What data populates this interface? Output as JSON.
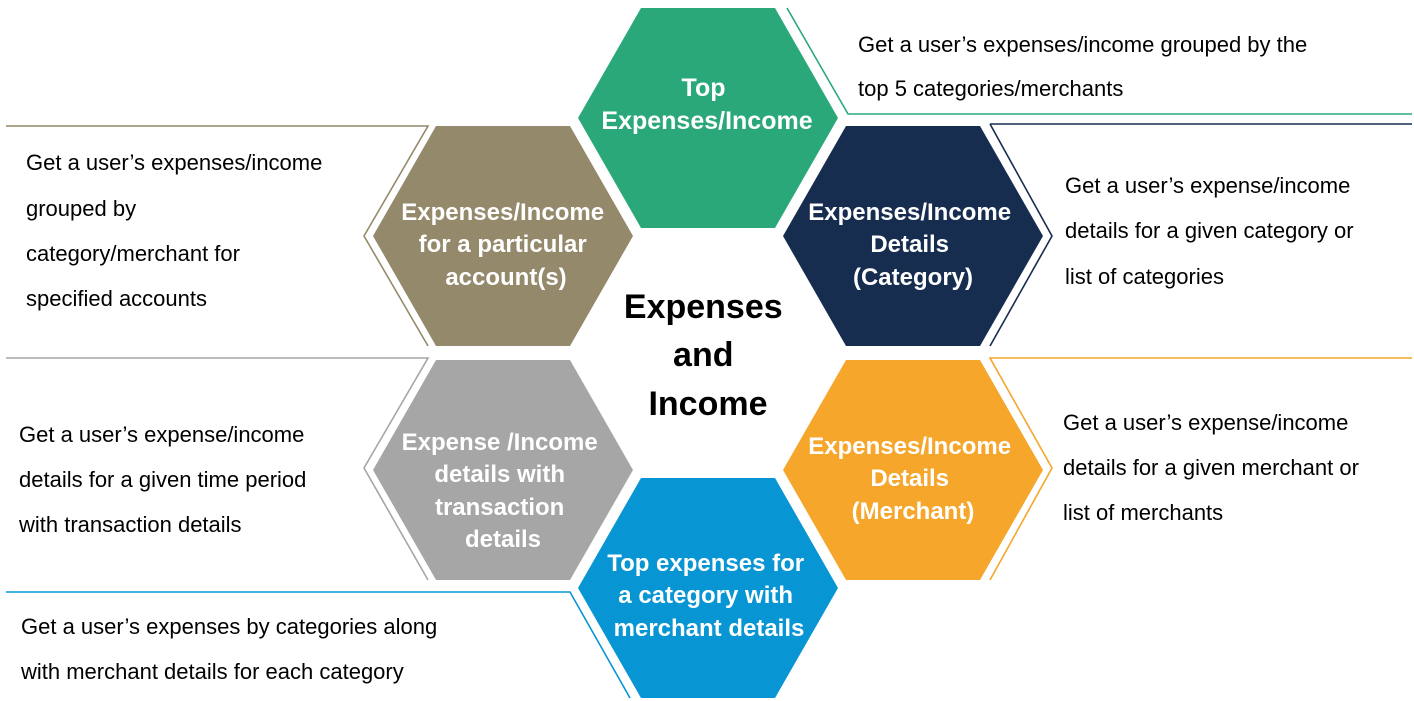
{
  "center": {
    "lines": [
      "Expenses",
      "and",
      "Income"
    ]
  },
  "hexagons": [
    {
      "id": "top",
      "color": "#2aa87a",
      "lines": [
        "Top",
        "Expenses/Income"
      ],
      "description": [
        "Get a user’s expenses/income grouped by the",
        "top 5 categories/merchants"
      ]
    },
    {
      "id": "upper-right",
      "color": "#162d50",
      "lines": [
        "Expenses/Income",
        "Details",
        "(Category)"
      ],
      "description": [
        "Get a user’s expense/income",
        "details for a given category or",
        "list of categories"
      ]
    },
    {
      "id": "lower-right",
      "color": "#f5a62b",
      "lines": [
        "Expenses/Income",
        "Details",
        "(Merchant)"
      ],
      "description": [
        "Get a user’s expense/income",
        "details for a given merchant or",
        "list of merchants"
      ]
    },
    {
      "id": "bottom",
      "color": "#0895d3",
      "lines": [
        "Top expenses for",
        "a category with",
        "merchant details"
      ],
      "description": [
        "Get a user’s expenses by categories along",
        "with merchant details for each category"
      ]
    },
    {
      "id": "lower-left",
      "color": "#a6a6a6",
      "lines": [
        "Expense /Income",
        "details with",
        "transaction",
        "details"
      ],
      "description": [
        "Get a user’s expense/income",
        "details for a given time period",
        "with transaction details"
      ]
    },
    {
      "id": "upper-left",
      "color": "#94896a",
      "lines": [
        "Expenses/Income",
        "for a particular",
        "account(s)"
      ],
      "description": [
        "Get a user’s expenses/income",
        "grouped by",
        "category/merchant for",
        "specified accounts"
      ]
    }
  ]
}
